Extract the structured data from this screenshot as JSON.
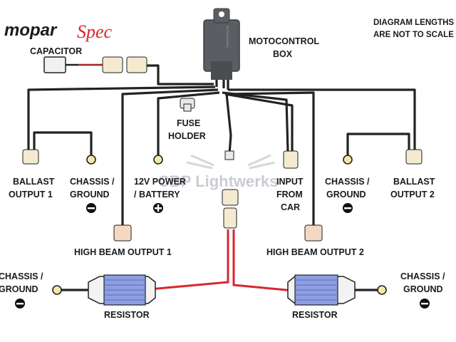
{
  "logo": {
    "part1": "mopar",
    "part2": "Spec"
  },
  "note": {
    "line1": "DIAGRAM LENGTHS",
    "line2": "ARE NOT TO SCALE"
  },
  "watermark": "CBP Lightwerks",
  "control_box": {
    "line1": "MOTOCONTROL",
    "line2": "BOX",
    "casing_text": "MOTOCONTROL"
  },
  "capacitor": {
    "label": "CAPACITOR"
  },
  "fuse_holder": {
    "line1": "FUSE",
    "line2": "HOLDER"
  },
  "ballast1": {
    "line1": "BALLAST",
    "line2": "OUTPUT 1"
  },
  "chassis_left": {
    "line1": "CHASSIS /",
    "line2": "GROUND"
  },
  "power": {
    "line1": "12V POWER",
    "line2": "/ BATTERY"
  },
  "input_car": {
    "line1": "INPUT",
    "line2": "FROM",
    "line3": "CAR"
  },
  "chassis_right": {
    "line1": "CHASSIS /",
    "line2": "GROUND"
  },
  "ballast2": {
    "line1": "BALLAST",
    "line2": "OUTPUT 2"
  },
  "high_beam1": {
    "label": "HIGH BEAM OUTPUT 1"
  },
  "high_beam2": {
    "label": "HIGH BEAM OUTPUT 2"
  },
  "resistor_left": {
    "label": "RESISTOR"
  },
  "resistor_right": {
    "label": "RESISTOR"
  },
  "chassis_res_left": {
    "line1": "CHASSIS /",
    "line2": "GROUND"
  },
  "chassis_res_right": {
    "line1": "CHASSIS /",
    "line2": "GROUND"
  },
  "colors": {
    "wire": "#222222",
    "accent_red": "#d7262e",
    "resistor": "#8d9fe0",
    "box": "#5a5d62",
    "connector": "#f3ead0"
  }
}
